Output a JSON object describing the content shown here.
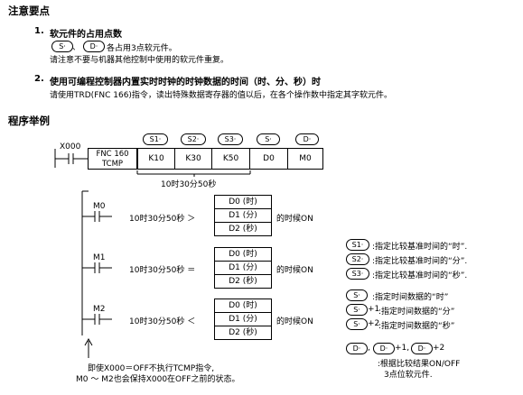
{
  "section_notes": {
    "title": "注意要点",
    "item1": {
      "num": "1.",
      "title": "软元件的占用点数",
      "s_label": "S·",
      "sep": "、",
      "d_label": "D·",
      "desc": "各占用3点软元件。",
      "sub": "请注意不要与机器其他控制中使用的软元件重复。"
    },
    "item2": {
      "num": "2.",
      "title": "使用可编程控制器内置实时时钟的时钟数据的时间（时、分、秒）时",
      "sub": "请使用TRD(FNC 166)指令，读出特殊数据寄存器的值以后，在各个操作数中指定其字软元件。"
    }
  },
  "section_example": {
    "title": "程序举例",
    "input_contact": "X000",
    "instruction": {
      "fnc_line1": "FNC 160",
      "fnc_line2": "TCMP",
      "operand_labels": [
        "S1·",
        "S2·",
        "S3·",
        "S·",
        "D·"
      ],
      "operand_values": [
        "K10",
        "K30",
        "K50",
        "D0",
        "M0"
      ],
      "caption": "10时30分50秒"
    },
    "rungs": [
      {
        "contact": "M0",
        "compare_text": "10时30分50秒 ＞",
        "result": "的时候ON"
      },
      {
        "contact": "M1",
        "compare_text": "10时30分50秒 ＝",
        "result": "的时候ON"
      },
      {
        "contact": "M2",
        "compare_text": "10时30分50秒 ＜",
        "result": "的时候ON"
      }
    ],
    "registers": [
      "D0 (时)",
      "D1 (分)",
      "D2 (秒)"
    ],
    "note_line1": "即使X000＝OFF不执行TCMP指令,",
    "note_line2": "M0 ～ M2也会保持X000在OFF之前的状态。"
  },
  "legend": {
    "items": [
      {
        "label": "S1·",
        "suffix": "",
        "text": ":指定比较基准时间的“时”."
      },
      {
        "label": "S2·",
        "suffix": "",
        "text": ":指定比较基准时间的“分”."
      },
      {
        "label": "S3·",
        "suffix": "",
        "text": ":指定比较基准时间的“秒”."
      },
      {
        "label": "S·",
        "suffix": "",
        "text": ":指定时间数据的“时”"
      },
      {
        "label": "S·",
        "suffix": "+1",
        "text": ":指定时间数据的“分”"
      },
      {
        "label": "S·",
        "suffix": "+2",
        "text": ":指定时间数据的“秒”"
      }
    ],
    "d_labels": [
      "D·",
      "D·",
      "D·"
    ],
    "d_sep1": ",",
    "d_sep2": "+1,",
    "d_sep3": "+2",
    "d_text1": ":根据比较结果ON/OFF",
    "d_text2": "3点位软元件."
  }
}
